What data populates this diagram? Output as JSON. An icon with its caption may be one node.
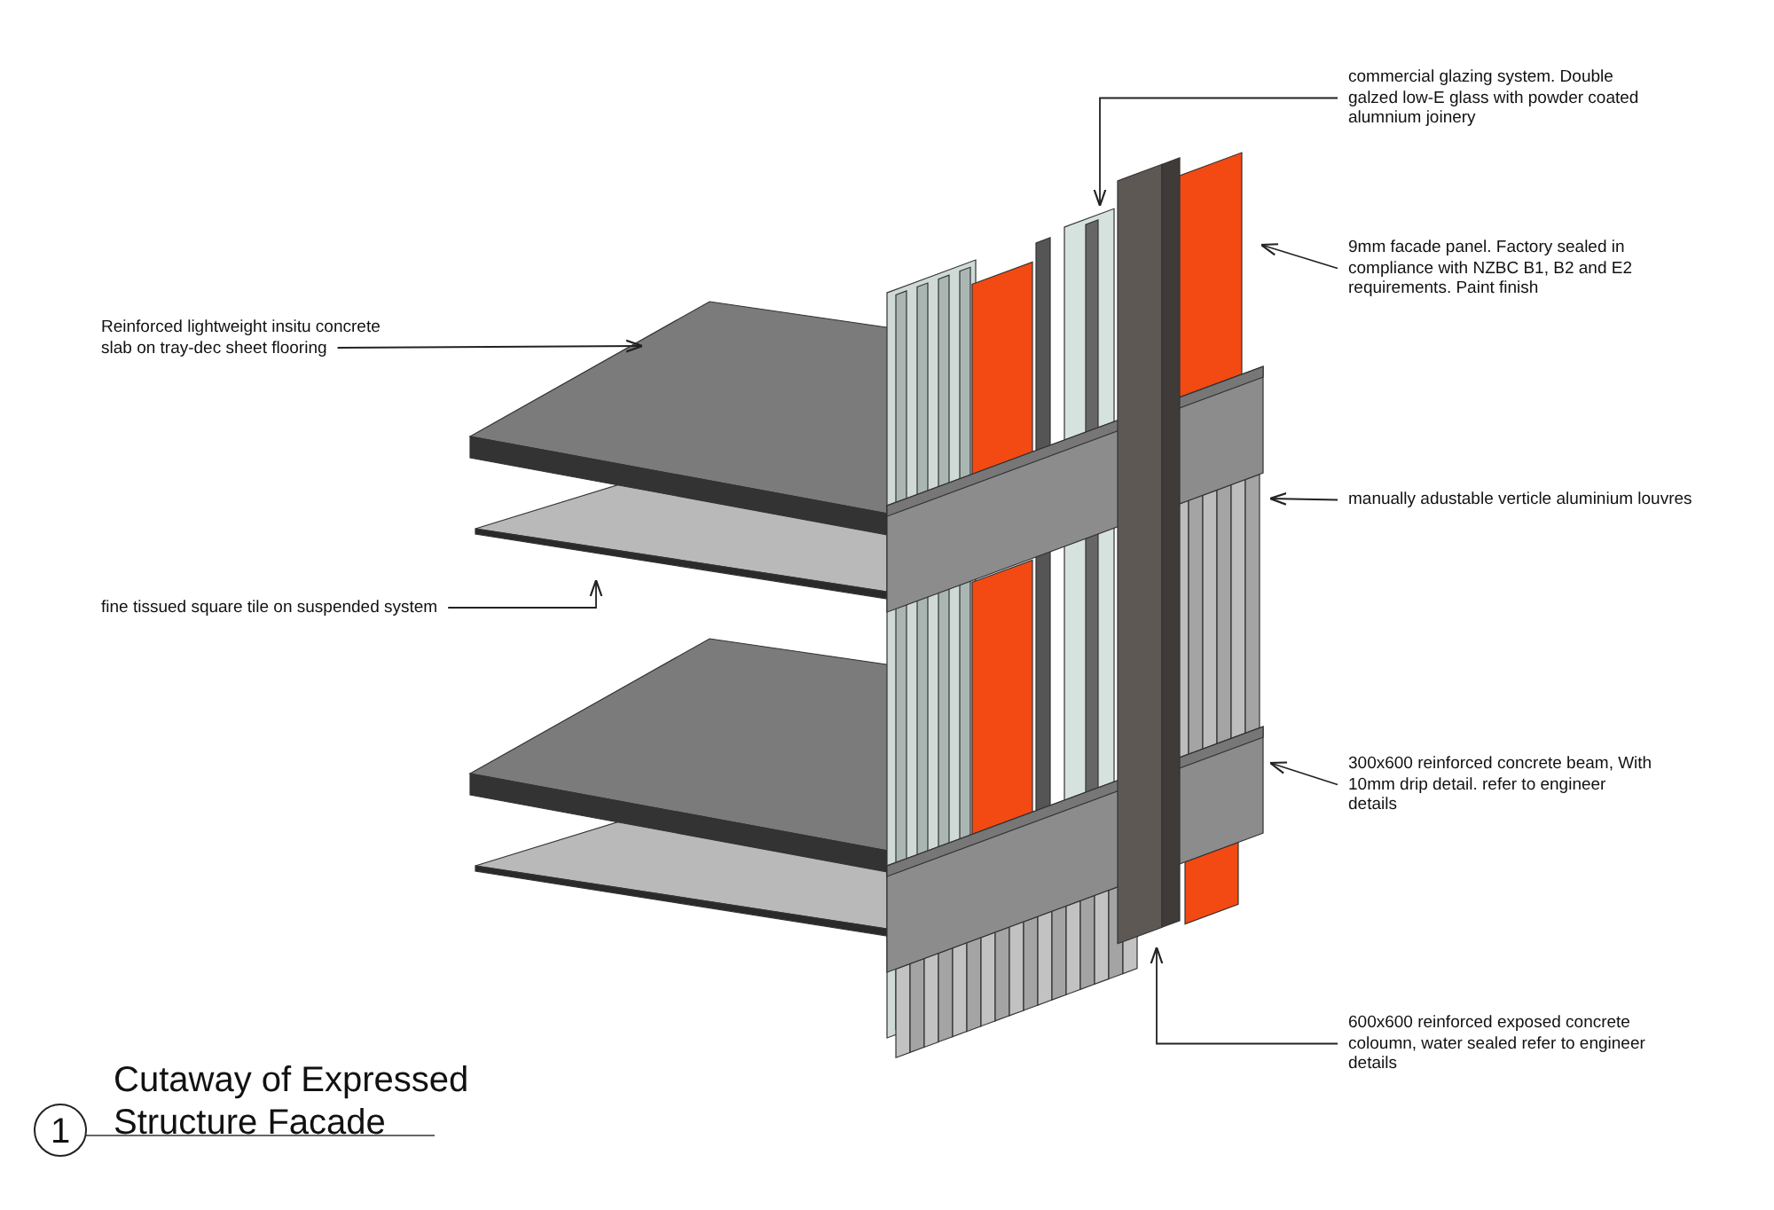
{
  "diagram": {
    "title": "Cutaway of Expressed Structure Facade",
    "nodes": [
      {
        "text": [
          "commercial glazing system. Double galzed low-E glass with powder coated alumnium joinery"
        ]
      },
      {
        "text": [
          "9mm facade panel. Factory sealed in compliance with NZBC B1, B2 and E2 requirements. Paint finish"
        ]
      },
      {
        "text": [
          "Reinforced lightweight insitu concrete slab on tray-dec sheet flooring"
        ]
      },
      {
        "text": [
          "manually adustable verticle aluminium louvres"
        ]
      },
      {
        "text": [
          "fine tissued square tile on suspended system"
        ]
      },
      {
        "text": [
          "300x600 reinforced concrete beam, With 10mm drip detail. refer to engineer details"
        ]
      },
      {
        "text": [
          "600x600 reinforced exposed concrete coloumn, water sealed refer to engineer details"
        ]
      }
    ],
    "edges": [
      {
        "from": 0,
        "to": null,
        "arrow": "to"
      },
      {
        "from": 1,
        "to": null,
        "arrow": "to"
      },
      {
        "from": 2,
        "to": null,
        "arrow": "to"
      },
      {
        "from": 3,
        "to": null,
        "arrow": "to"
      },
      {
        "from": 4,
        "to": null,
        "arrow": "to"
      },
      {
        "from": 5,
        "to": null,
        "arrow": "to"
      },
      {
        "from": 6,
        "to": null,
        "arrow": "to"
      }
    ],
    "labels": [
      "1"
    ]
  }
}
